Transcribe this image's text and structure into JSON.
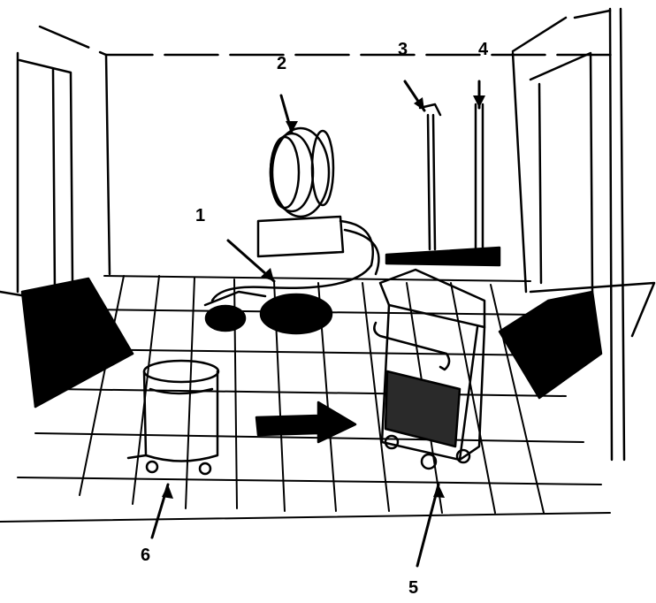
{
  "labels": [
    {
      "id": "callout-1",
      "text": "1"
    },
    {
      "id": "callout-2",
      "text": "2"
    },
    {
      "id": "callout-3",
      "text": "3"
    },
    {
      "id": "callout-4",
      "text": "4"
    },
    {
      "id": "callout-5",
      "text": "5"
    },
    {
      "id": "callout-6",
      "text": "6"
    }
  ],
  "colors": {
    "ink": "#000000",
    "paper": "#ffffff",
    "shade": "#1a1a1a"
  }
}
